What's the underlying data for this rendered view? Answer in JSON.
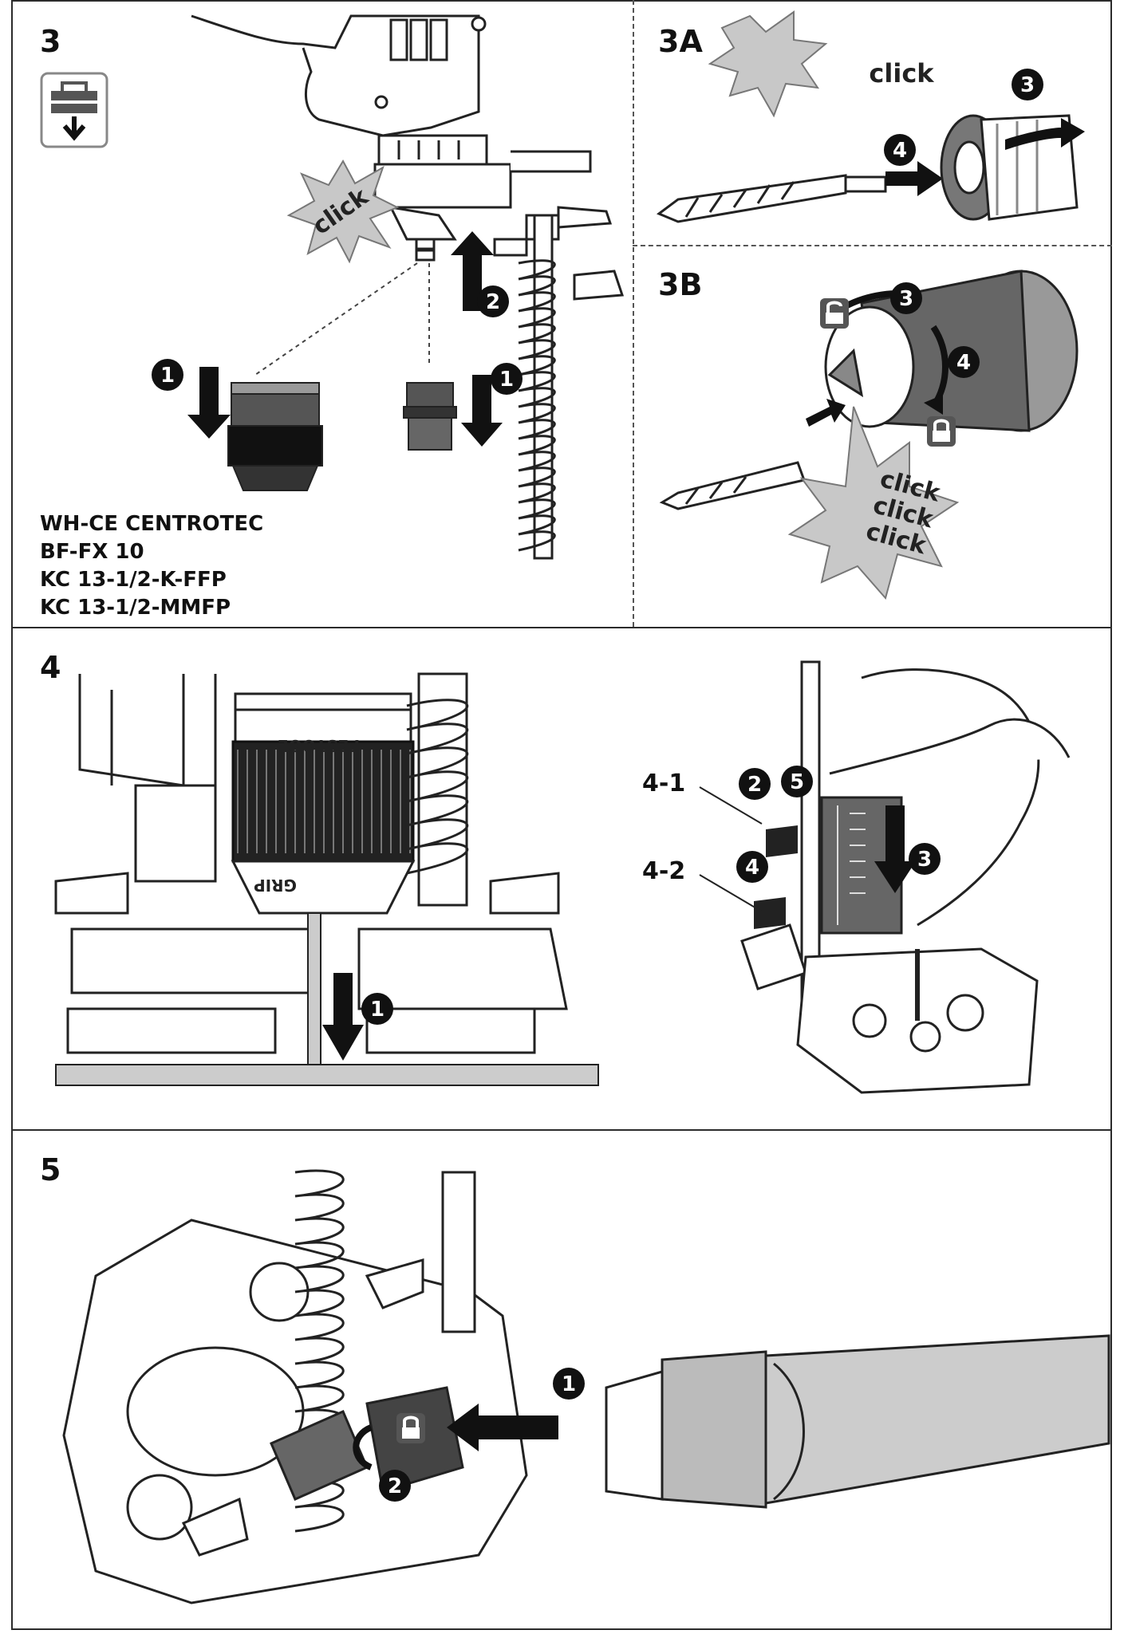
{
  "panels": {
    "p3": {
      "label": "3"
    },
    "p3a": {
      "label": "3A",
      "click": "click",
      "steps": [
        "3",
        "4"
      ]
    },
    "p3b": {
      "label": "3B",
      "clicks": [
        "click",
        "click",
        "click"
      ],
      "steps": [
        "3",
        "4"
      ]
    },
    "p4": {
      "label": "4",
      "steps": [
        "1",
        "2",
        "3",
        "4",
        "5"
      ],
      "callouts": [
        "4-1",
        "4-2"
      ],
      "brand": "FESTOOL",
      "grip": "GRIP"
    },
    "p5": {
      "label": "5",
      "steps": [
        "1",
        "2"
      ]
    }
  },
  "p3_detail": {
    "click": "click",
    "steps": [
      "1",
      "2",
      "1"
    ]
  },
  "models": [
    "WH-CE CENTROTEC",
    "BF-FX 10",
    "KC 13-1/2-K-FFP",
    "KC 13-1/2-MMFP"
  ],
  "icons": [
    "toolbox-download-icon",
    "lock-open-icon",
    "lock-closed-icon",
    "arrow-icon",
    "starburst-icon"
  ],
  "colors": {
    "ink": "#1a1a1a",
    "gray": "#9a9a9a",
    "light": "#d8d8d8",
    "bg": "#ffffff"
  }
}
